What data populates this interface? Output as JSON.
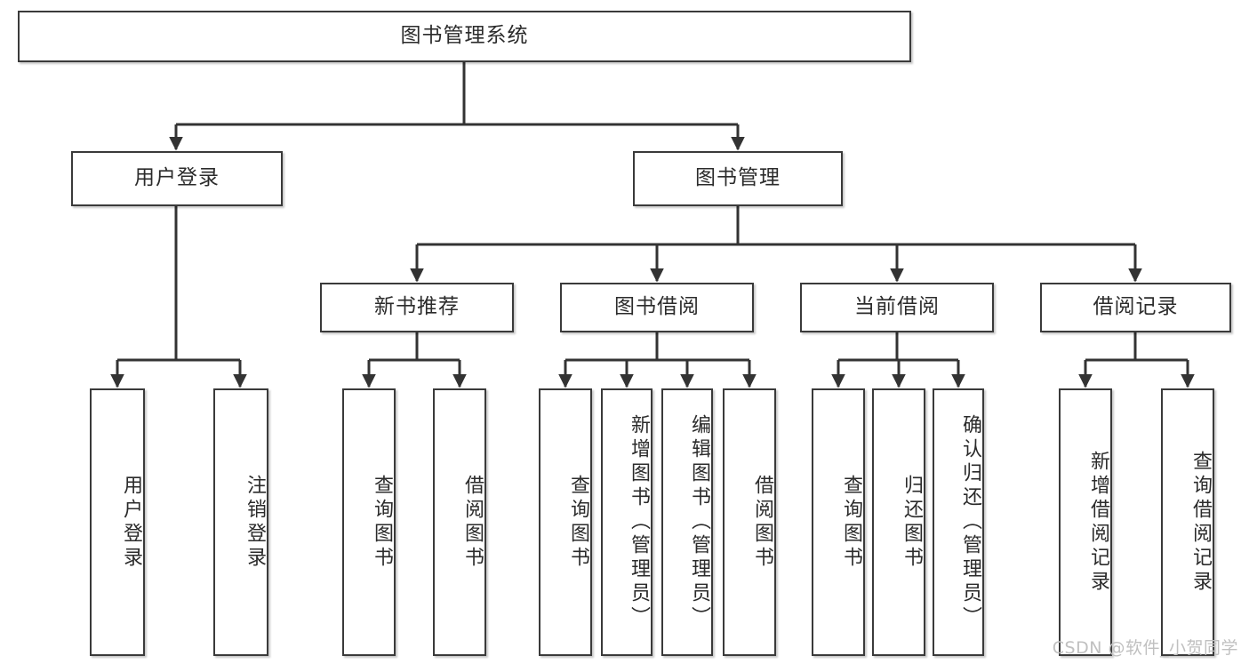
{
  "diagram": {
    "type": "tree",
    "title": "图书管理系统",
    "orientation": "top-down",
    "levels": 4,
    "colors": {
      "node_border": "#3a3a3a",
      "node_fill": "#ffffff",
      "edge": "#333333",
      "text": "#2b2b2b",
      "watermark": "#c0c0c0",
      "background": "#ffffff"
    }
  },
  "root": {
    "label": "图书管理系统"
  },
  "level1": [
    {
      "label": "用户登录"
    },
    {
      "label": "图书管理"
    }
  ],
  "level2": [
    {
      "label": "新书推荐"
    },
    {
      "label": "图书借阅"
    },
    {
      "label": "当前借阅"
    },
    {
      "label": "借阅记录"
    }
  ],
  "leaves": {
    "user_login": [
      {
        "label": "用户登录"
      },
      {
        "label": "注销登录"
      }
    ],
    "new_book_recommend": [
      {
        "label": "查询图书"
      },
      {
        "label": "借阅图书"
      }
    ],
    "book_borrow": [
      {
        "label": "查询图书"
      },
      {
        "label": "新增图书（管理员）"
      },
      {
        "label": "编辑图书（管理员）"
      },
      {
        "label": "借阅图书"
      }
    ],
    "current_borrow": [
      {
        "label": "查询图书"
      },
      {
        "label": "归还图书"
      },
      {
        "label": "确认归还（管理员）"
      }
    ],
    "borrow_record": [
      {
        "label": "新增借阅记录"
      },
      {
        "label": "查询借阅记录"
      }
    ]
  },
  "watermark": {
    "text": "CSDN @软件_小贺同学"
  }
}
